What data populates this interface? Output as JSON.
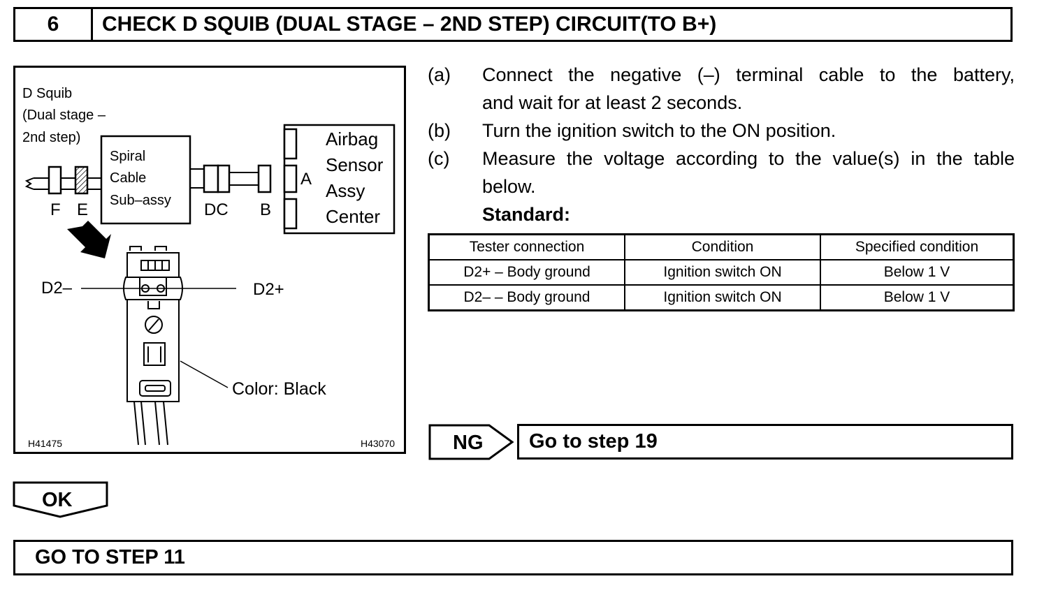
{
  "header": {
    "step_number": "6",
    "title": "CHECK D SQUIB (DUAL STAGE – 2ND STEP) CIRCUIT(TO B+)"
  },
  "figure": {
    "squib_label_line1": "D Squib",
    "squib_label_line2": "(Dual stage –",
    "squib_label_line3": "2nd step)",
    "spiral_line1": "Spiral",
    "spiral_line2": "Cable",
    "spiral_line3": "Sub–assy",
    "airbag_line1": "Airbag",
    "airbag_line2": "Sensor",
    "airbag_line3": "Assy",
    "airbag_line4": "Center",
    "connector_a": "A",
    "connector_b": "B",
    "connector_dc": "DC",
    "connector_e": "E",
    "connector_f": "F",
    "terminal_d2_minus": "D2–",
    "terminal_d2_plus": "D2+",
    "color_note": "Color: Black",
    "code_left": "H41475",
    "code_right": "H43070"
  },
  "steps": [
    {
      "letter": "(a)",
      "line1": "Connect the negative (–) terminal cable to the battery,",
      "line2": "and wait for at least 2 seconds."
    },
    {
      "letter": "(b)",
      "line1": "Turn the ignition switch to the ON position."
    },
    {
      "letter": "(c)",
      "line1": "Measure the voltage according to the value(s) in the table",
      "line2": "below."
    }
  ],
  "standard_label": "Standard:",
  "table": {
    "headers": [
      "Tester connection",
      "Condition",
      "Specified condition"
    ],
    "rows": [
      [
        "D2+ – Body ground",
        "Ignition switch ON",
        "Below 1 V"
      ],
      [
        "D2– – Body ground",
        "Ignition switch ON",
        "Below 1 V"
      ]
    ]
  },
  "ng": {
    "label": "NG",
    "action": "Go to step 19"
  },
  "ok": {
    "label": "OK",
    "action": "GO TO STEP 11"
  }
}
